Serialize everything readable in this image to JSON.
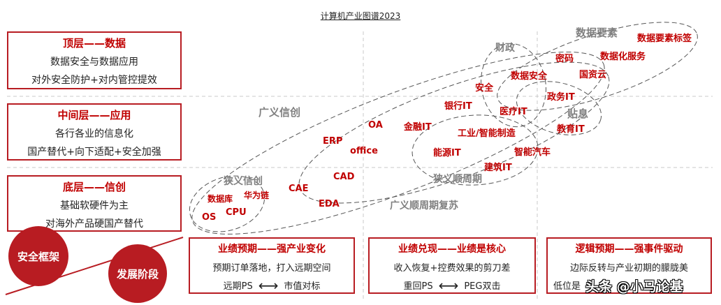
{
  "title": "计算机产业图谱2023",
  "layers": [
    {
      "heading": "顶层——数据",
      "line1": "数据安全与数据应用",
      "line2": "对外安全防护+对内管控提效"
    },
    {
      "heading": "中间层——应用",
      "line1": "各行各业的信息化",
      "line2": "国产替代+向下适配+安全加强"
    },
    {
      "heading": "底层——信创",
      "line1": "基础软硬件为主",
      "line2": "对海外产品硬国产替代"
    }
  ],
  "corner": {
    "security": "安全框架",
    "stage": "发展阶段"
  },
  "stages": [
    {
      "heading": "业绩预期——强产业变化",
      "line1": "预期订单落地，打入远期空间",
      "left": "远期PS",
      "right": "市值对标",
      "arrow": "⟷"
    },
    {
      "heading": "业绩兑现——业绩是核心",
      "line1": "收入恢复+控费效果的剪刀差",
      "left": "重回PS",
      "right": "PEG双击",
      "arrow": "⟷"
    },
    {
      "heading": "逻辑预期——强事件驱动",
      "line1": "边际反转与产业初期的朦胧美",
      "line2": "低位是"
    }
  ],
  "groups": {
    "broad_xinchuang": "广义信创",
    "narrow_xinchuang": "狭义信创",
    "broad_cycle": "广义顺周期复苏",
    "narrow_cycle": "狭义顺周期",
    "finance": "财政",
    "subsidy": "贴息",
    "data_element": "数据要素"
  },
  "items": {
    "os": "OS",
    "cpu": "CPU",
    "database": "数据库",
    "huawei": "华为链",
    "cae": "CAE",
    "eda": "EDA",
    "cad": "CAD",
    "erp": "ERP",
    "office": "office",
    "oa": "OA",
    "fin_it": "金融IT",
    "bank_it": "银行IT",
    "security": "安全",
    "data_security": "数据安全",
    "medical_it": "医疗IT",
    "industrial": "工业/智能制造",
    "energy_it": "能源IT",
    "smart_car": "智能汽车",
    "construction_it": "建筑IT",
    "gov_it": "政务IT",
    "edu_it": "教育IT",
    "crypto": "密码",
    "state_cloud": "国资云",
    "data_service": "数据化服务",
    "data_label": "数据要素标签"
  },
  "watermark": "头条 @小马论基",
  "colors": {
    "accent": "#c00000",
    "gray": "#808080"
  }
}
